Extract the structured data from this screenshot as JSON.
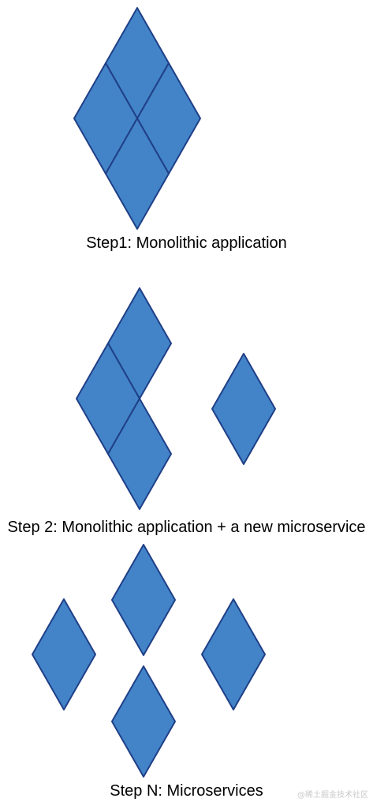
{
  "colors": {
    "diamond_fill": "#4384c8",
    "diamond_stroke": "#1f3f87"
  },
  "steps": [
    {
      "caption": "Step1: Monolithic application",
      "description_blocks": [
        "monolith-block",
        "monolith-block",
        "monolith-block",
        "monolith-block"
      ]
    },
    {
      "caption": "Step 2: Monolithic application + a new microservice",
      "description_blocks": [
        "monolith-block",
        "monolith-block",
        "monolith-block",
        "new-microservice"
      ]
    },
    {
      "caption": "Step N: Microservices",
      "description_blocks": [
        "microservice",
        "microservice",
        "microservice",
        "microservice"
      ]
    }
  ],
  "watermark": "@稀土掘金技术社区"
}
